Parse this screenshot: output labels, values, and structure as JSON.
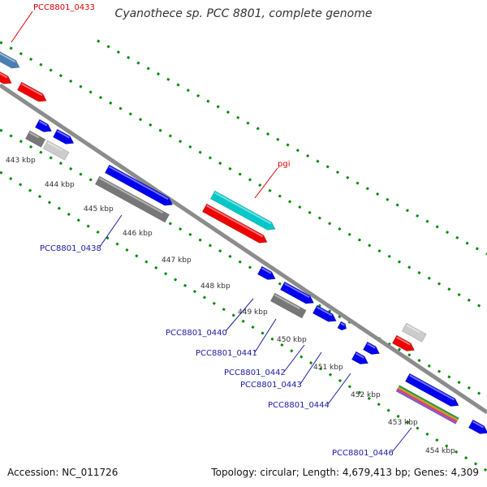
{
  "title": "Cyanothece sp. PCC 8801, complete genome",
  "footer": {
    "accession": "Accession: NC_011726",
    "summary": "Topology: circular; Length: 4,679,413 bp; Genes: 4,309"
  },
  "colors": {
    "backbone": "#8c8c8c",
    "gc_skew_dots": "#0a8a0a",
    "cds_forward": "#0000ee",
    "cds_reverse": "#777777",
    "rna": "#ee0000",
    "highlight": "#00c8c8",
    "blue_label": "#1a1aa6",
    "red_label": "#dd0000"
  },
  "ticks": [
    "443 kbp",
    "444 kbp",
    "445 kbp",
    "446 kbp",
    "447 kbp",
    "448 kbp",
    "449 kbp",
    "450 kbp",
    "451 kbp",
    "452 kbp",
    "453 kbp",
    "454 kbp"
  ],
  "gene_labels": [
    {
      "name": "PCC8801_0433",
      "color": "red"
    },
    {
      "name": "pgi",
      "color": "red"
    },
    {
      "name": "PCC8801_0438",
      "color": "blue"
    },
    {
      "name": "PCC8801_0440",
      "color": "blue"
    },
    {
      "name": "PCC8801_0441",
      "color": "blue"
    },
    {
      "name": "PCC8801_0442",
      "color": "blue"
    },
    {
      "name": "PCC8801_0443",
      "color": "blue"
    },
    {
      "name": "PCC8801_0444",
      "color": "blue"
    },
    {
      "name": "PCC8801_0446",
      "color": "blue"
    }
  ]
}
